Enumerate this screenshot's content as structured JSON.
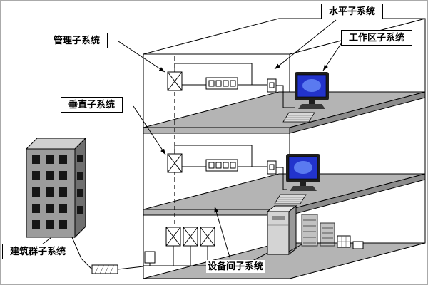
{
  "labels": {
    "horizontal": "水平子系统",
    "management": "管理子系统",
    "workarea": "工作区子系统",
    "vertical": "垂直子系统",
    "campus": "建筑群子系统",
    "equipment_room": "设备间子系统"
  },
  "colors": {
    "floor": "#b4b4b4",
    "floor_edge": "#8c8c8c",
    "wall": "#ffffff",
    "line": "#000000",
    "screen": "#2233cc",
    "screen_glow": "#5a7af0",
    "monitor_body": "#1e1e1e",
    "keyboard": "#d9d9d9",
    "cabinet_front": "#d4d4d4",
    "cabinet_top": "#e8e8e8",
    "cabinet_side": "#9a9a9a",
    "rack": "#c2c2c2",
    "campus_front": "#9c9c9c",
    "campus_top": "#d0d0d0",
    "campus_side": "#6f6f6f",
    "window": "#161616",
    "label_bg": "#ffffff",
    "label_border": "#000000"
  }
}
